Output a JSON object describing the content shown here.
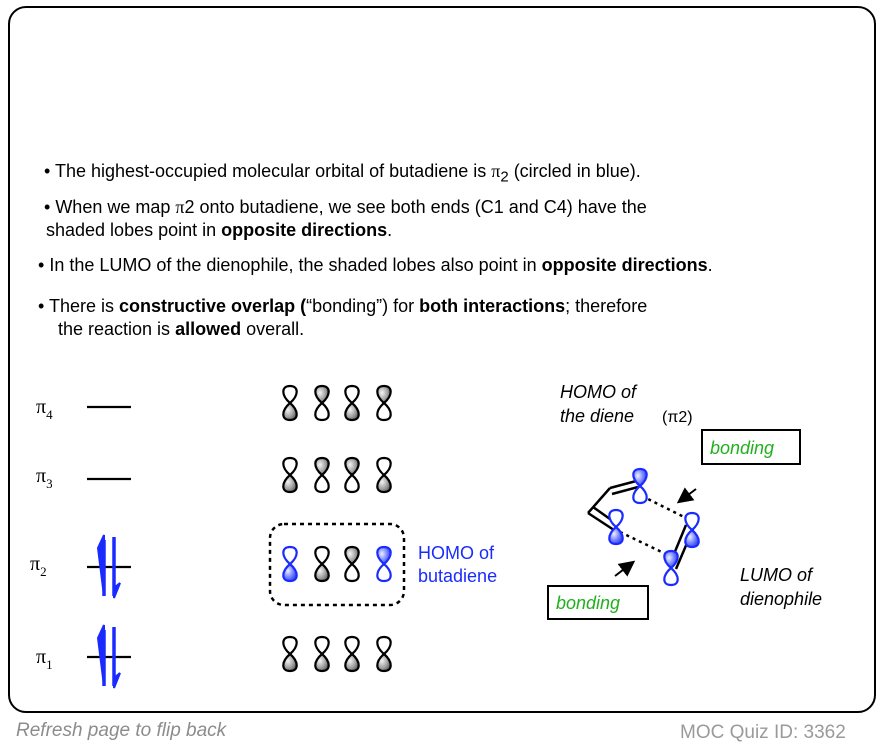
{
  "bullets": {
    "b1": {
      "pre": "The highest-occupied molecular orbital of butadiene is ",
      "pi": "π",
      "sub": "2",
      "post": " (circled in blue)."
    },
    "b2": {
      "l1_pre": "When we map ",
      "pi": "π",
      "l1_num": "2",
      "l1_post": "  onto butadiene, we see both ends (C1 and C4) have the",
      "l2_pre": "shaded lobes point in ",
      "l2_bold": "opposite directions",
      "l2_post": "."
    },
    "b3": {
      "pre": "In the LUMO of the dienophile, the shaded lobes also point in ",
      "bold": "opposite directions",
      "post": "."
    },
    "b4": {
      "l1_pre": "There is ",
      "l1_bold1": "constructive overlap (",
      "l1_mid": "“bonding”) for ",
      "l1_bold2": "both interactions",
      "l1_post": "; therefore",
      "l2_pre": "the reaction is ",
      "l2_bold": "allowed",
      "l2_post": " overall."
    }
  },
  "levels": [
    {
      "pi": "π",
      "sub": "4"
    },
    {
      "pi": "π",
      "sub": "3"
    },
    {
      "pi": "π",
      "sub": "2"
    },
    {
      "pi": "π",
      "sub": "1"
    }
  ],
  "homo_box_label": {
    "line1": "HOMO of",
    "line2": "butadiene"
  },
  "right_diagram": {
    "homo_label_line1": "HOMO of",
    "homo_label_line2": "the diene",
    "homo_label_pi": "(π2)",
    "lumo_label_line1": "LUMO of",
    "lumo_label_line2": "dienophile",
    "bonding_top": "bonding",
    "bonding_bottom": "bonding"
  },
  "footer": {
    "left": "Refresh page to flip back",
    "right": "MOC Quiz ID: 3362"
  },
  "colors": {
    "blue": "#1a2bff",
    "green": "#22b01e",
    "lobe_gray": "#8a8a8a",
    "footer_gray": "#8c8c8c"
  }
}
